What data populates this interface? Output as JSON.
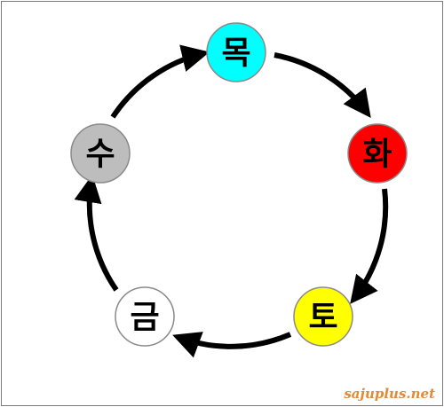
{
  "diagram": {
    "nodes": [
      {
        "id": "wood",
        "label": "목",
        "color": "#00ffff"
      },
      {
        "id": "fire",
        "label": "화",
        "color": "#ff0000"
      },
      {
        "id": "earth",
        "label": "토",
        "color": "#ffff00"
      },
      {
        "id": "metal",
        "label": "금",
        "color": "#ffffff"
      },
      {
        "id": "water",
        "label": "수",
        "color": "#bdbdbd"
      }
    ],
    "edges": [
      {
        "from": "wood",
        "to": "fire"
      },
      {
        "from": "fire",
        "to": "earth"
      },
      {
        "from": "earth",
        "to": "metal"
      },
      {
        "from": "metal",
        "to": "water"
      },
      {
        "from": "water",
        "to": "wood"
      }
    ],
    "arrow_color": "#000000",
    "node_border_color": "#8a8a8a"
  },
  "watermark": "sajuplus.net"
}
